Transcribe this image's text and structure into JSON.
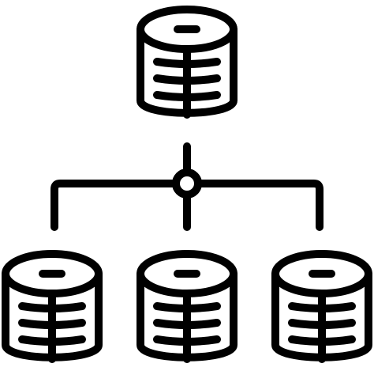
{
  "icon": {
    "name": "database-network-icon",
    "stroke_color": "#000000",
    "background_color": "#ffffff",
    "style": "outline"
  },
  "nodes": [
    {
      "name": "top-database-icon",
      "role": "parent"
    },
    {
      "name": "left-database-icon",
      "role": "child"
    },
    {
      "name": "middle-database-icon",
      "role": "child"
    },
    {
      "name": "right-database-icon",
      "role": "child"
    }
  ],
  "connector": {
    "name": "network-connector",
    "hub": "junction-node-icon"
  }
}
